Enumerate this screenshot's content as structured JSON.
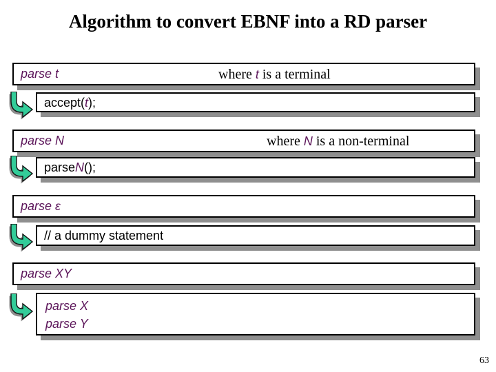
{
  "slide": {
    "title": "Algorithm to convert EBNF into a RD parser",
    "page_number": "63"
  },
  "colors": {
    "rule_purple": "#5b1459",
    "arrow_green": "#33cc99",
    "shadow_gray": "#8f8f8f",
    "border_black": "#000000",
    "background": "#ffffff"
  },
  "icons": {
    "arrow": "elbow-down-right-arrow-icon"
  },
  "rows": [
    {
      "label": "parse t",
      "note_pre": "where ",
      "note_var": "t",
      "note_post": " is a terminal",
      "code_pre": "accept(",
      "code_var": "t",
      "code_post": ");"
    },
    {
      "label": "parse N",
      "note_pre": "where ",
      "note_var": "N",
      "note_post": " is a non-terminal",
      "code_pre": "parse",
      "code_var": "N",
      "code_post": "();"
    },
    {
      "label": "parse ε",
      "code_pre": "// a dummy statement",
      "code_var": "",
      "code_post": ""
    },
    {
      "label": "parse XY",
      "code_line1": "parse X",
      "code_line2": "parse Y"
    }
  ]
}
